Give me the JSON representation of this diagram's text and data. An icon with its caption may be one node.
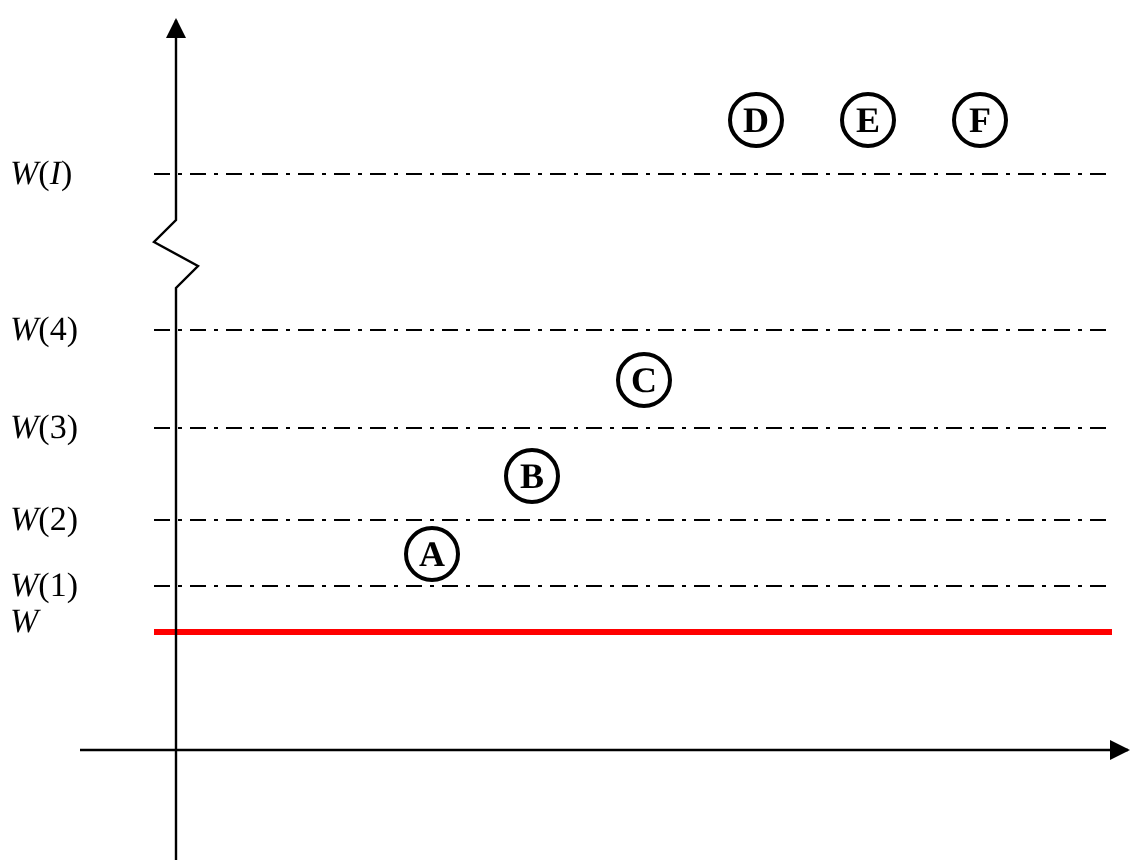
{
  "diagram": {
    "nodes": [
      {
        "text": [
          "A"
        ]
      },
      {
        "text": [
          "B"
        ]
      },
      {
        "text": [
          "C"
        ]
      },
      {
        "text": [
          "D"
        ]
      },
      {
        "text": [
          "E"
        ]
      },
      {
        "text": [
          "F"
        ]
      }
    ],
    "labels": [
      "*W*(*I*)",
      "*W*(4)",
      "*W*(3)",
      "*W*(2)",
      "*W*(1)",
      "*W*"
    ]
  }
}
